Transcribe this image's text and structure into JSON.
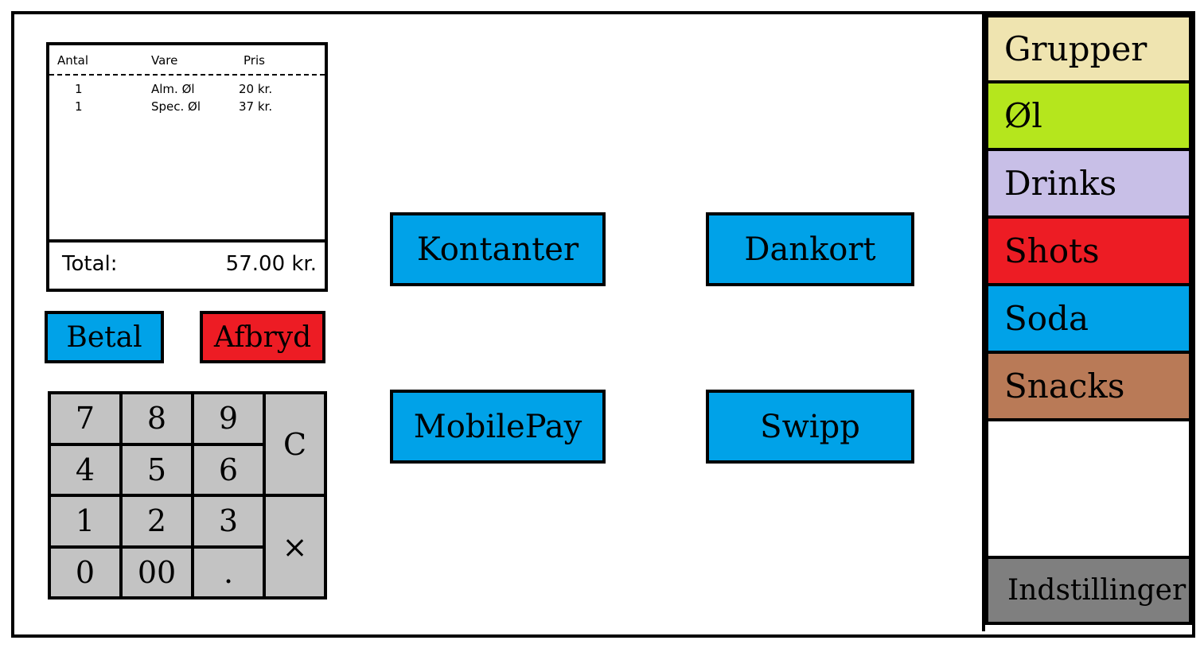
{
  "receipt": {
    "headers": {
      "qty": "Antal",
      "item": "Vare",
      "price": "Pris"
    },
    "lines": [
      {
        "qty": "1",
        "item": "Alm. Øl",
        "price": "20 kr."
      },
      {
        "qty": "1",
        "item": "Spec. Øl",
        "price": "37 kr."
      }
    ],
    "total_label": "Total:",
    "total_value": "57.00 kr."
  },
  "actions": {
    "pay": "Betal",
    "cancel": "Afbryd"
  },
  "payment_methods": {
    "cash": "Kontanter",
    "dankort": "Dankort",
    "mobilepay": "MobilePay",
    "swipp": "Swipp"
  },
  "keypad": {
    "k7": "7",
    "k8": "8",
    "k9": "9",
    "k4": "4",
    "k5": "5",
    "k6": "6",
    "k1": "1",
    "k2": "2",
    "k3": "3",
    "k0": "0",
    "k00": "00",
    "dot": ".",
    "clear": "C",
    "multiply": "×"
  },
  "sidebar": {
    "header": "Grupper",
    "groups": [
      "Øl",
      "Drinks",
      "Shots",
      "Soda",
      "Snacks"
    ],
    "settings": "Indstillinger"
  },
  "colors": {
    "blue": "#00a2e8",
    "red": "#ed1c24",
    "key_gray": "#c3c3c3",
    "grupper": "#efe4b0",
    "ol": "#b5e61d",
    "drinks": "#c8bfe7",
    "shots": "#ed1c24",
    "soda": "#00a2e8",
    "snacks": "#b97a57",
    "settings": "#7f7f7f"
  }
}
